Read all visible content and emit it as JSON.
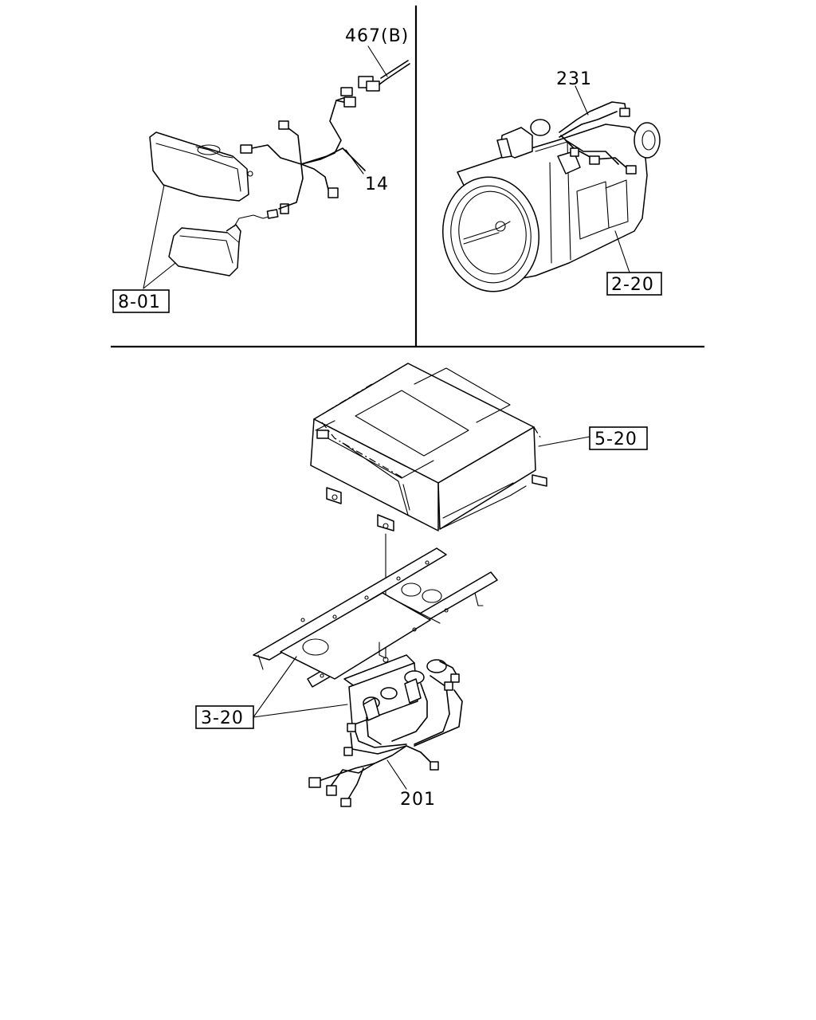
{
  "callouts": {
    "c467": "467(B)",
    "c14": "14",
    "c801": "8-01",
    "c231": "231",
    "c220": "2-20",
    "c520": "5-20",
    "c320": "3-20",
    "c201": "201"
  }
}
